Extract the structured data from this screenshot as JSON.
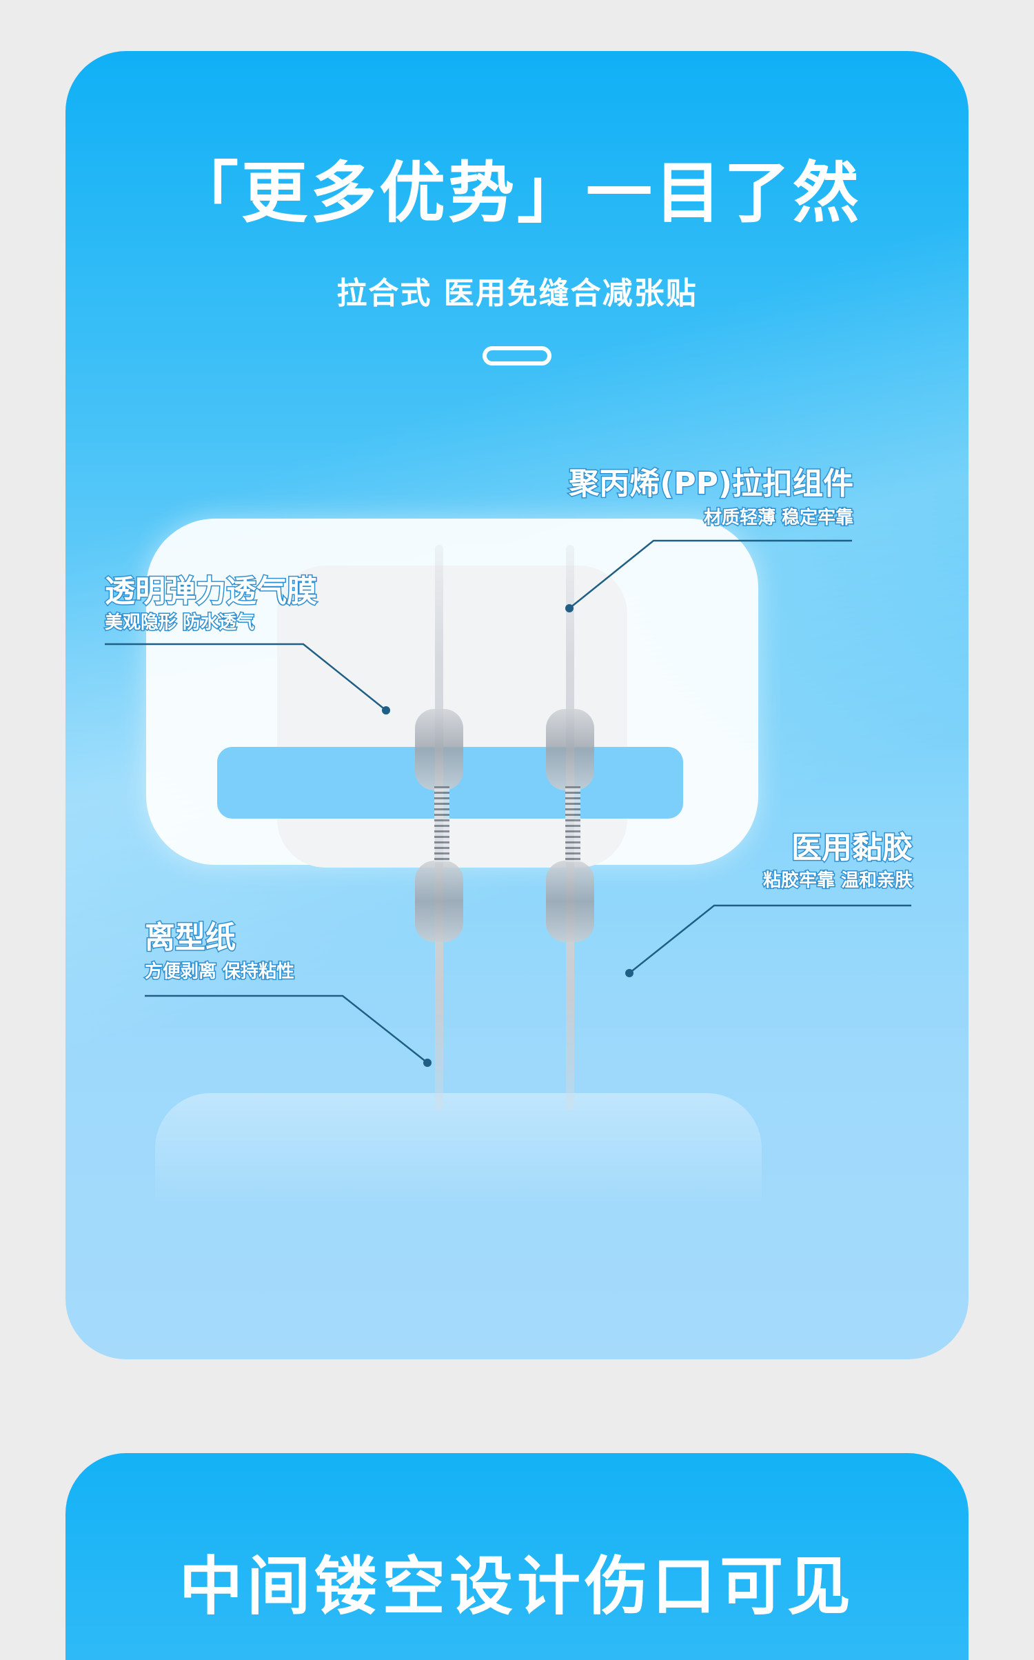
{
  "section1": {
    "headline": "「更多优势」一目了然",
    "subline": "拉合式 医用免缝合减张贴",
    "callouts": {
      "pp_title": "聚丙烯(PP)拉扣组件",
      "pp_sub": "材质轻薄 稳定牢靠",
      "film_title": "透明弹力透气膜",
      "film_sub": "美观隐形 防水透气",
      "adhesive_title": "医用黏胶",
      "adhesive_sub": "粘胶牢靠 温和亲肤",
      "paper_title": "离型纸",
      "paper_sub": "方便剥离 保持粘性"
    },
    "colors": {
      "accent": "#10b0f6",
      "callout_outline": "#2f8fd0",
      "leader_line": "#1f5f86"
    }
  },
  "section2": {
    "title": "中间镂空设计伤口可见"
  }
}
